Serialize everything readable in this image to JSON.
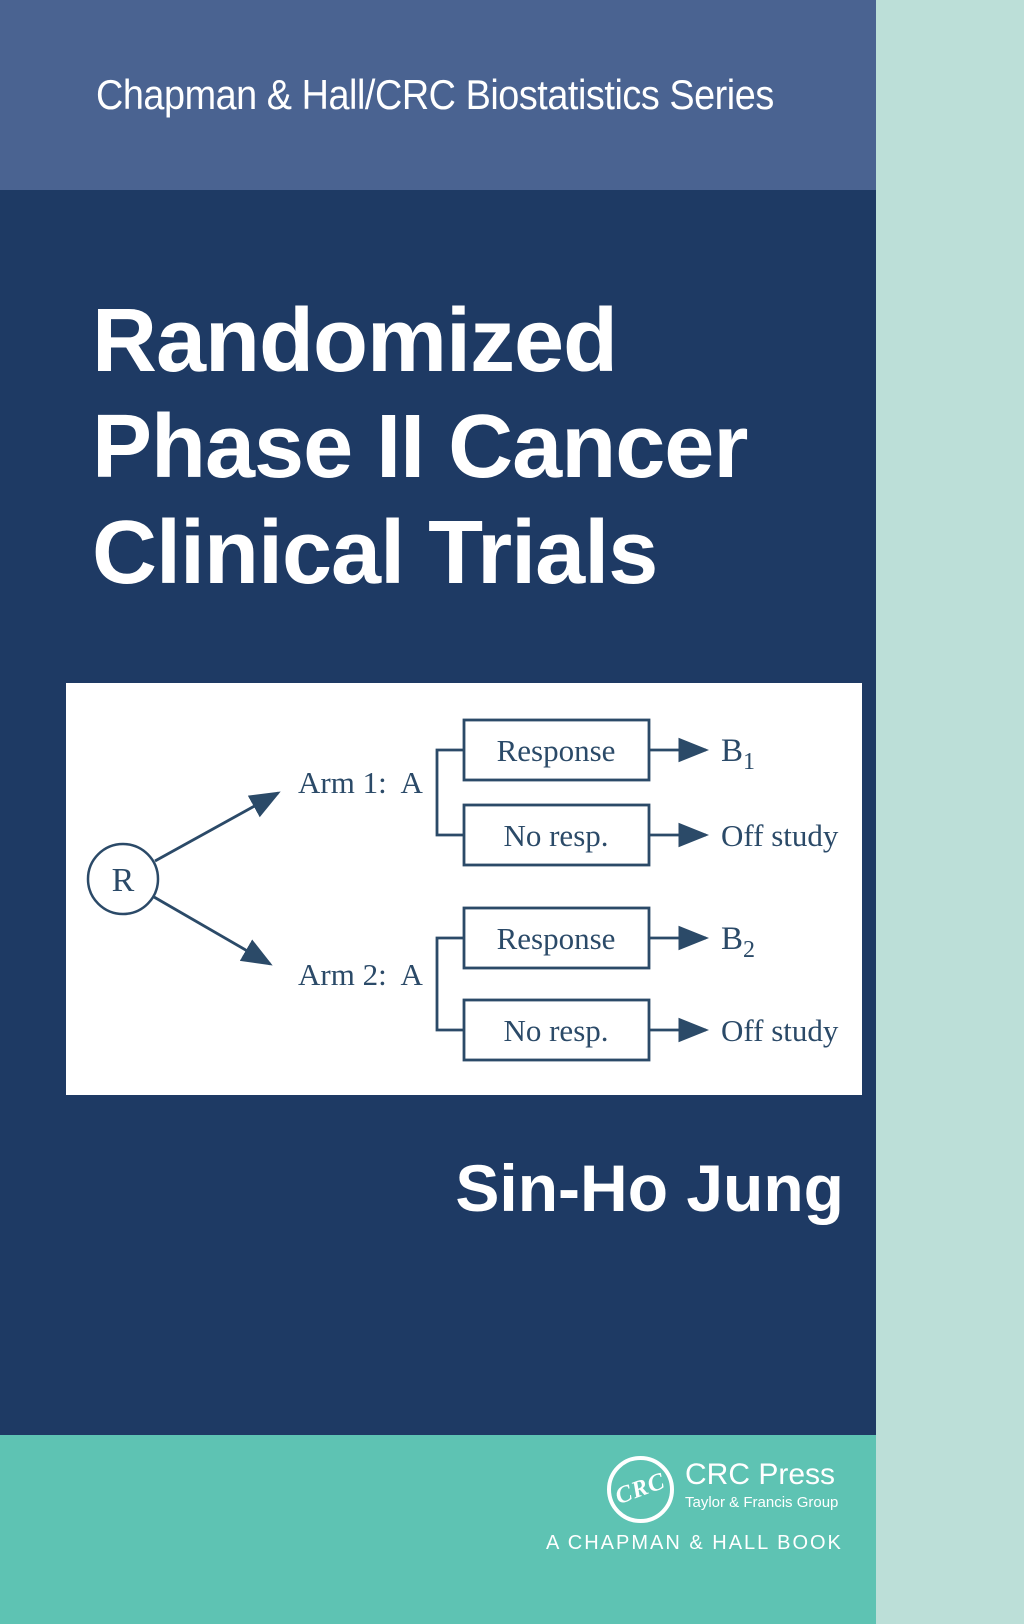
{
  "series_band": {
    "label": "Chapman & Hall/CRC Biostatistics Series"
  },
  "title": {
    "line1": "Randomized",
    "line2": "Phase II Cancer",
    "line3": "Clinical Trials"
  },
  "author": {
    "name": "Sin-Ho Jung"
  },
  "diagram": {
    "randomizer_label": "R",
    "arm1_label": "Arm 1:  A",
    "arm2_label": "Arm 2:  A",
    "arm1_response_label": "Response",
    "arm1_noresp_label": "No resp.",
    "arm2_response_label": "Response",
    "arm2_noresp_label": "No resp.",
    "b1_base": "B",
    "b1_sub": "1",
    "b2_base": "B",
    "b2_sub": "2",
    "arm1_offstudy_label": "Off study",
    "arm2_offstudy_label": "Off study"
  },
  "publisher": {
    "logo_monogram": "CRC",
    "name": "CRC Press",
    "group": "Taylor & Francis Group",
    "imprint_line": "A CHAPMAN & HALL BOOK"
  },
  "colors": {
    "band_blue": "#4a6391",
    "navy": "#1e3a64",
    "mint_stripe": "#bcdfd8",
    "teal_band": "#5ec3b3",
    "diagram_ink": "#2b4a68",
    "text_white": "#ffffff"
  }
}
